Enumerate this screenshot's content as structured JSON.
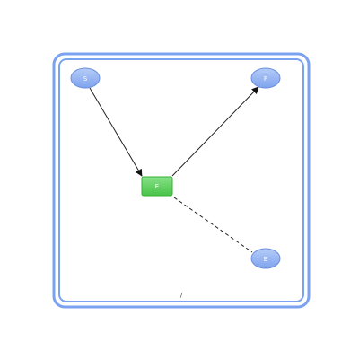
{
  "diagram": {
    "frame_caption": "/",
    "nodes": [
      {
        "id": "s",
        "label": "S",
        "shape": "ellipse"
      },
      {
        "id": "p",
        "label": "P",
        "shape": "ellipse"
      },
      {
        "id": "e_rect",
        "label": "E",
        "shape": "rect"
      },
      {
        "id": "e2",
        "label": "E",
        "shape": "ellipse"
      }
    ],
    "edges": [
      {
        "from": "s",
        "to": "e_rect",
        "style": "solid",
        "arrow": true
      },
      {
        "from": "e_rect",
        "to": "p",
        "style": "solid",
        "arrow": true
      },
      {
        "from": "e_rect",
        "to": "e2",
        "style": "dashed",
        "arrow": false
      }
    ]
  },
  "colors": {
    "frame_border": "#6f9cf0",
    "frame_inner": "#6f9cf0",
    "ellipse_fill": "#8fb0f2",
    "ellipse_stroke": "#6c8fe0",
    "rect_fill": "#5fd35f",
    "rect_stroke": "#36b036",
    "edge": "#222222",
    "label": "#ffffff",
    "caption": "#444444"
  }
}
